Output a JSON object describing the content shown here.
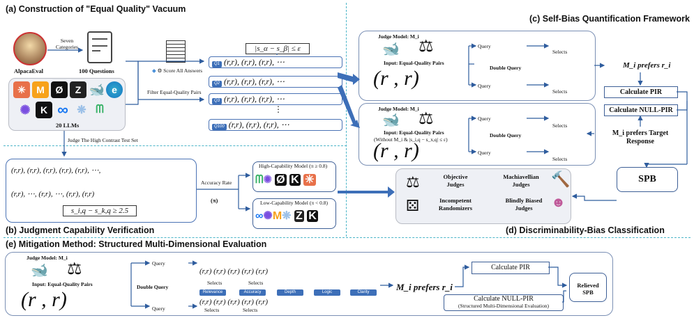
{
  "titles": {
    "a": "(a) Construction of \"Equal Quality\" Vacuum",
    "b": "(b) Judgment Capability Verification",
    "c": "(c) Self-Bias Quantification Framework",
    "d": "(d) Discriminability-Bias Classification",
    "e": "(e) Mitigation Method: Structured Multi-Dimensional Evaluation"
  },
  "a": {
    "alpaca": "AlpacaEval",
    "seven": "Seven Categories",
    "hundred": "100 Questions",
    "llms": "20 LLMs",
    "score": "Score All Answers",
    "filter": "Filter Equal-Quality Pairs",
    "formula": "|s_α − s_β| ≤ ε",
    "judge_test": "Judge The High Contrast Test Set",
    "q_labels": [
      "Q1",
      "Q2",
      "Q3",
      "Q100"
    ],
    "dots": "⋮"
  },
  "b": {
    "accuracy": "Accuracy Rate",
    "pi": "(π)",
    "high": "High-Capability Model (π ≥ 0.8)",
    "low": "Low-Capability Model (π < 0.8)",
    "formula": "s_i,q − s_k,q ≥ 2.5"
  },
  "c": {
    "judge": "Judge Model: M_i",
    "input": "Input: Equal-Quality Pairs",
    "input2": "Input: Equal-Quality Pairs",
    "input2_sub": "(Without M_i & |s_i,q − s_x,q| ≤ ε)",
    "double": "Double Query",
    "query": "Query",
    "selects": "Selects",
    "prefers": "M_i prefers r_i",
    "prefers_target": "M_i prefers Target Response",
    "pir": "Calculate PIR",
    "null_pir": "Calculate NULL-PIR",
    "spb": "SPB"
  },
  "d": {
    "objective": "Objective Judges",
    "machiavellian": "Machiavellian Judges",
    "incompetent": "Incompetent Randomizers",
    "blind": "Blindly Biased Judges"
  },
  "e": {
    "judge": "Judge Model: M_i",
    "input": "Input: Equal-Quality Pairs",
    "double": "Double Query",
    "query": "Query",
    "selects": "Selects",
    "metrics": [
      "Relevance",
      "Accuracy",
      "Depth",
      "Logic",
      "Clarity"
    ],
    "prefers": "M_i prefers r_i",
    "pir": "Calculate PIR",
    "null_pir": "Calculate NULL-PIR",
    "null_sub": "(Structured Multi-Dimensional Evaluation)",
    "relieved": "Relieved SPB"
  }
}
